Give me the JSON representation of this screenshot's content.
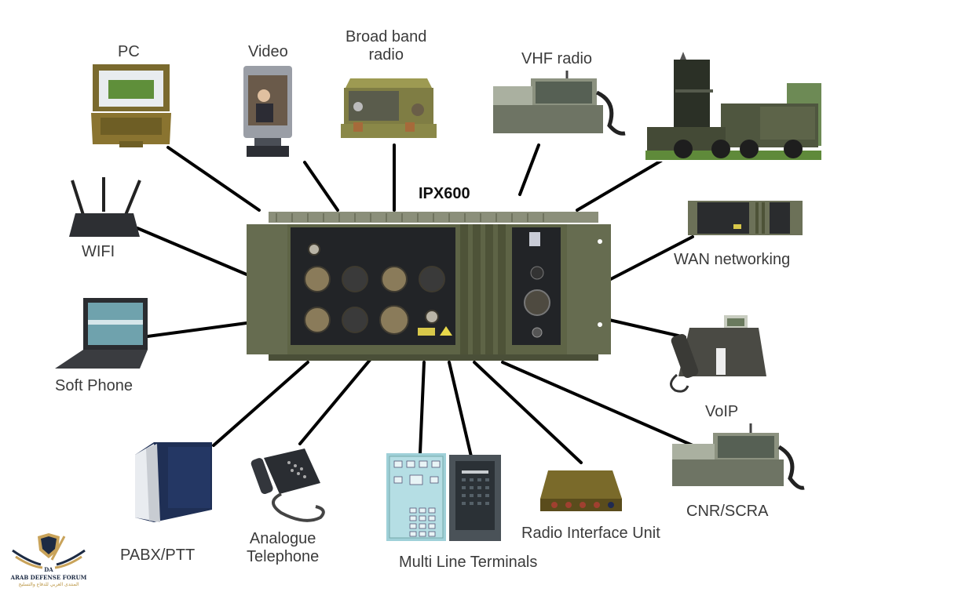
{
  "diagram": {
    "hub": {
      "label": "IPX600"
    },
    "nodes": [
      {
        "id": "pc",
        "label": "PC"
      },
      {
        "id": "video",
        "label": "Video"
      },
      {
        "id": "broadband",
        "label_lines": [
          "Broad band",
          "radio"
        ]
      },
      {
        "id": "vhf",
        "label": "VHF radio"
      },
      {
        "id": "vehicle",
        "label": ""
      },
      {
        "id": "wifi",
        "label": "WIFI"
      },
      {
        "id": "wan",
        "label": "WAN networking"
      },
      {
        "id": "softphone",
        "label": "Soft Phone"
      },
      {
        "id": "voip",
        "label": "VoIP"
      },
      {
        "id": "pabx",
        "label": "PABX/PTT"
      },
      {
        "id": "analogue",
        "label_lines": [
          "Analogue",
          "Telephone"
        ]
      },
      {
        "id": "mlt",
        "label": "Multi Line Terminals"
      },
      {
        "id": "riu",
        "label": "Radio Interface Unit"
      },
      {
        "id": "cnr",
        "label": "CNR/SCRA"
      }
    ]
  },
  "watermark": {
    "initials": "DA",
    "name": "ARAB DEFENSE FORUM",
    "arabic": "المنتدى العربي للدفاع والتسليح"
  },
  "colors": {
    "olive": "#5e6446",
    "panel": "#222427",
    "link": "#000000",
    "label": "#3b3b3b",
    "gold": "#c9a35a",
    "navy": "#1d2b44"
  }
}
